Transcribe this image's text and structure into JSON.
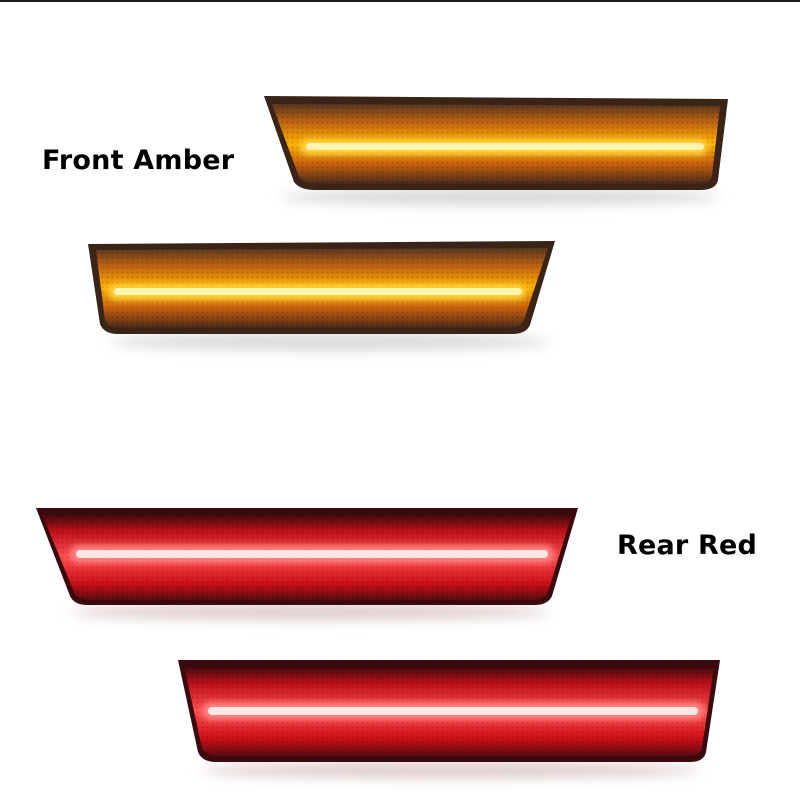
{
  "labels": {
    "front": "Front Amber",
    "rear": "Rear Red"
  },
  "colors": {
    "background": "#ffffff",
    "amber_glow": "#ffb000",
    "amber_core": "#fff2a0",
    "amber_housing": "#3a2418",
    "red_glow": "#ff1a1a",
    "red_core": "#ffe6e6",
    "red_housing": "#3a0a0e"
  },
  "lamps": [
    {
      "name": "front-amber-lamp-right",
      "color": "amber"
    },
    {
      "name": "front-amber-lamp-left",
      "color": "amber"
    },
    {
      "name": "rear-red-lamp-left",
      "color": "red"
    },
    {
      "name": "rear-red-lamp-right",
      "color": "red"
    }
  ]
}
